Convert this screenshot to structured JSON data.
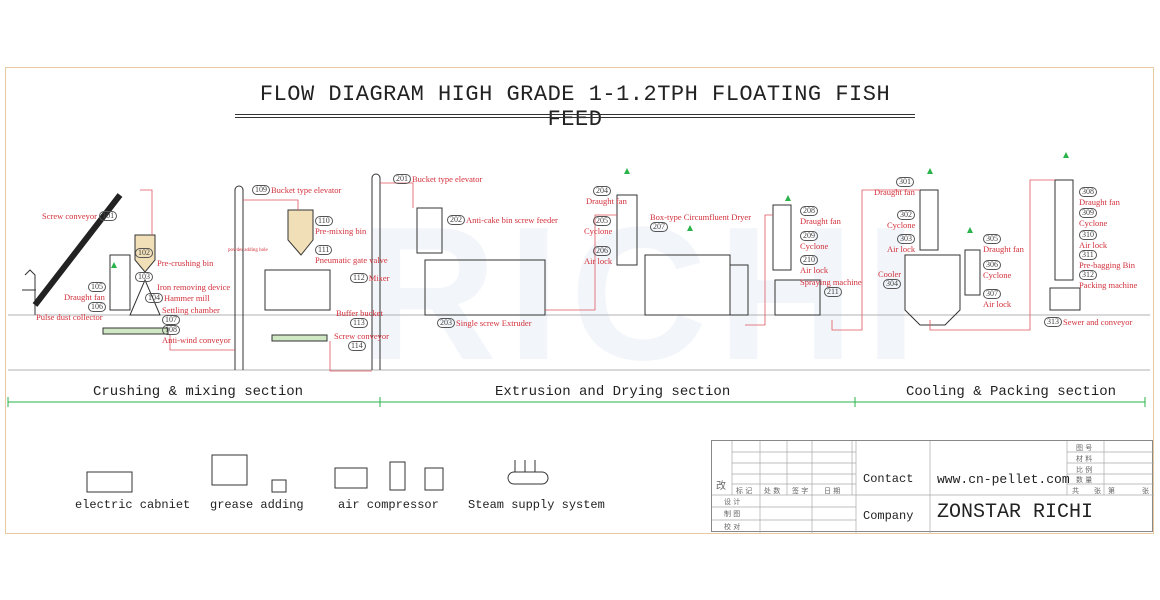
{
  "title": "FLOW DIAGRAM HIGH GRADE 1-1.2TPH FLOATING FISH FEED",
  "watermark": "RICHI",
  "powder_adding_hole": "powder adding hole",
  "equipment": [
    {
      "num": "101",
      "label": "Screw conveyor"
    },
    {
      "num": "102",
      "label": "Pre-crushing bin"
    },
    {
      "num": "103",
      "label": "Iron removing device"
    },
    {
      "num": "104",
      "label": "Hammer mill"
    },
    {
      "num": "105",
      "label": "Draught fan"
    },
    {
      "num": "106",
      "label": "Pulse dust collector"
    },
    {
      "num": "107",
      "label": "Settling chamber"
    },
    {
      "num": "108",
      "label": "Anti-wind conveyor"
    },
    {
      "num": "109",
      "label": "Bucket type elevator"
    },
    {
      "num": "110",
      "label": "Pre-mixing bin"
    },
    {
      "num": "111",
      "label": "Pneumatic gate valve"
    },
    {
      "num": "112",
      "label": "Mixer"
    },
    {
      "num": "113",
      "label": "Buffer bucket"
    },
    {
      "num": "114",
      "label": "Screw conveyor"
    },
    {
      "num": "201",
      "label": "Bucket type elevator"
    },
    {
      "num": "202",
      "label": "Anti-cake bin screw feeder"
    },
    {
      "num": "203",
      "label": "Single screw Extruder"
    },
    {
      "num": "204",
      "label": "Draught fan"
    },
    {
      "num": "205",
      "label": "Cyclone"
    },
    {
      "num": "206",
      "label": "Air lock"
    },
    {
      "num": "207",
      "label": "Box-type Circumfluent Dryer"
    },
    {
      "num": "208",
      "label": "Draught fan"
    },
    {
      "num": "209",
      "label": "Cyclone"
    },
    {
      "num": "210",
      "label": "Air lock"
    },
    {
      "num": "211",
      "label": "Spraying machine"
    },
    {
      "num": "301",
      "label": "Draught fan"
    },
    {
      "num": "302",
      "label": "Cyclone"
    },
    {
      "num": "303",
      "label": "Air lock"
    },
    {
      "num": "304",
      "label": "Cooler"
    },
    {
      "num": "305",
      "label": "Draught fan"
    },
    {
      "num": "306",
      "label": "Cyclone"
    },
    {
      "num": "307",
      "label": "Air lock"
    },
    {
      "num": "308",
      "label": "Draught fan"
    },
    {
      "num": "309",
      "label": "Cyclone"
    },
    {
      "num": "310",
      "label": "Air lock"
    },
    {
      "num": "311",
      "label": "Pre-bagging Bin"
    },
    {
      "num": "312",
      "label": "Packing machine"
    },
    {
      "num": "313",
      "label": "Sewer and conveyor"
    }
  ],
  "sections": [
    "Crushing & mixing section",
    "Extrusion and Drying section",
    "Cooling & Packing section"
  ],
  "auxiliary": [
    "electric cabniet",
    "grease adding",
    "air compressor",
    "Steam supply system"
  ],
  "title_block": {
    "revise": "改",
    "rev_headers": [
      "标 记",
      "处 数",
      "签  字",
      "日  期"
    ],
    "roles": [
      "设 计",
      "制 图",
      "校 对"
    ],
    "contact_label": "Contact",
    "contact_value": "www.cn-pellet.com",
    "company_label": "Company",
    "company_value": "ZONSTAR RICHI",
    "info": [
      "图 号",
      "材 料",
      "比 例",
      "数 量"
    ],
    "sheet": [
      "共",
      "张",
      "第",
      "张"
    ]
  }
}
